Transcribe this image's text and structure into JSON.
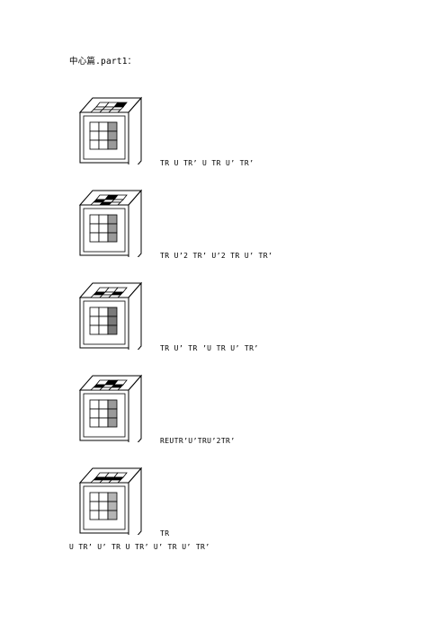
{
  "page": {
    "title": "中心篇.part1：",
    "steps": [
      {
        "formula": "TR U TR’ U TR U’ TR’",
        "highlight": "corner"
      },
      {
        "formula": "TR U’2 TR’ U’2 TR U’ TR’",
        "highlight": "edge-diagonal"
      },
      {
        "formula": "TR U’ TR ’U TR U’ TR’",
        "highlight": "edge-left"
      },
      {
        "formula": "REUTR’U’TRU’2TR’",
        "highlight": "corner-edge"
      },
      {
        "formula": "TR",
        "highlight": "row"
      }
    ],
    "continuation": "U TR’ U’ TR U TR’ U’ TR U’ TR’"
  }
}
